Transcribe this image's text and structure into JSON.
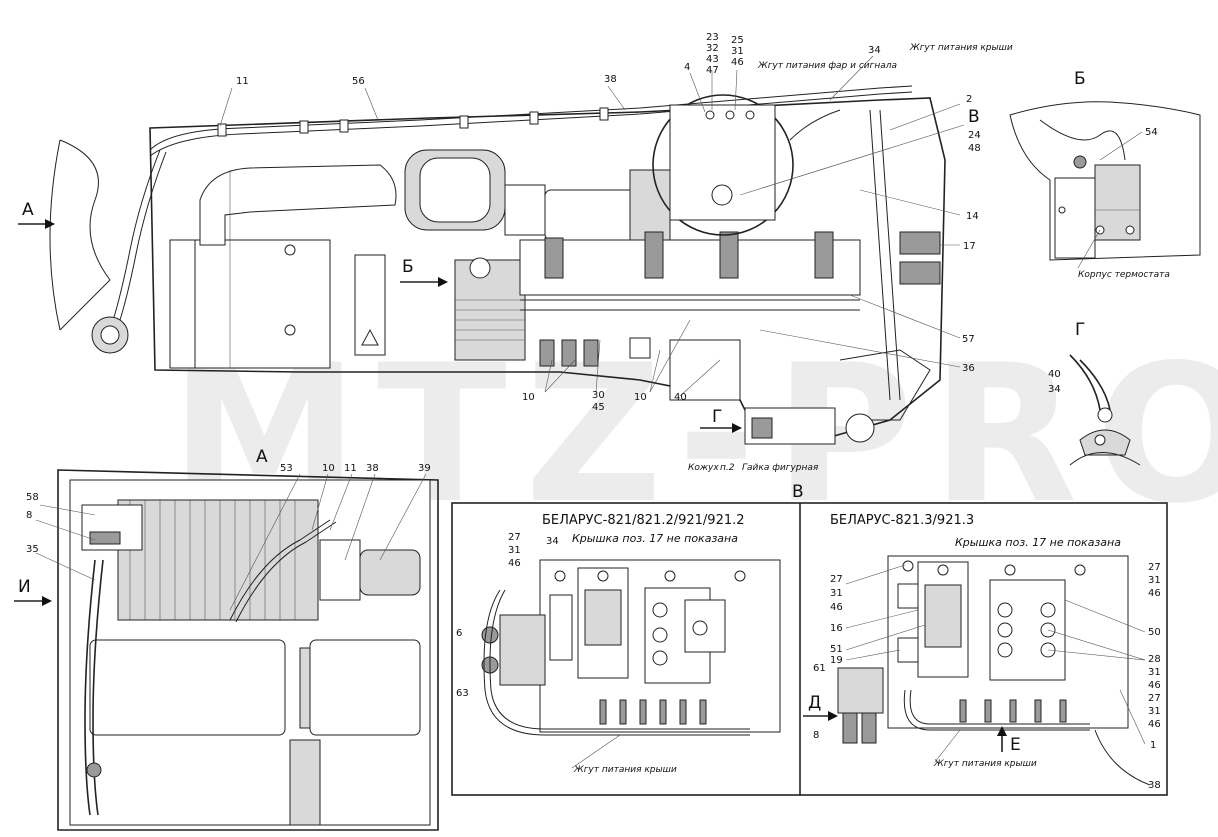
{
  "watermark": "MTZ-PRO",
  "views": {
    "A": "А",
    "B": "Б",
    "V": "В",
    "G": "Г",
    "I": "И",
    "D": "Д",
    "E": "Е"
  },
  "main_labels": {
    "n11": "11",
    "n56": "56",
    "n38": "38",
    "n4": "4",
    "n23": "23",
    "n32": "32",
    "n43": "43",
    "n47": "47",
    "n25": "25",
    "n31": "31",
    "n46": "46",
    "n34": "34",
    "n2": "2",
    "n24": "24",
    "n48": "48",
    "n14": "14",
    "n17": "17",
    "n57": "57",
    "n36": "36",
    "n30": "30",
    "n45": "45",
    "n10a": "10",
    "n10b": "10",
    "n40": "40",
    "harness_lights": "Жгут питания фар и сигнала",
    "harness_roof": "Жгут питания крыши",
    "casing": "Кожух",
    "item2": "п.2",
    "nut": "Гайка фигурная"
  },
  "view_b_labels": {
    "n54": "54",
    "thermostat": "Корпус термостата"
  },
  "view_g_labels": {
    "n40": "40",
    "n34": "34"
  },
  "view_a_labels": {
    "n58": "58",
    "n8": "8",
    "n35": "35",
    "n53": "53",
    "n10": "10",
    "n11": "11",
    "n38": "38",
    "n39": "39"
  },
  "panel_left": {
    "title": "БЕЛАРУС-821/821.2/921/921.2",
    "note": "Крышка поз. 17 не показана",
    "n27": "27",
    "n31": "31",
    "n46": "46",
    "n34": "34",
    "n6": "6",
    "n63": "63",
    "harness": "Жгут питания крыши"
  },
  "panel_right": {
    "title": "БЕЛАРУС-821.3/921.3",
    "note": "Крышка поз. 17 не показана",
    "n27a": "27",
    "n31a": "31",
    "n46a": "46",
    "n16": "16",
    "n51": "51",
    "n19": "19",
    "n61": "61",
    "n8": "8",
    "n27b": "27",
    "n31b": "31",
    "n46b": "46",
    "n50": "50",
    "n28": "28",
    "n31c": "31",
    "n46c": "46",
    "n27c": "27",
    "n31d": "31",
    "n46d": "46",
    "n1": "1",
    "n38": "38",
    "harness": "Жгут питания крыши"
  }
}
